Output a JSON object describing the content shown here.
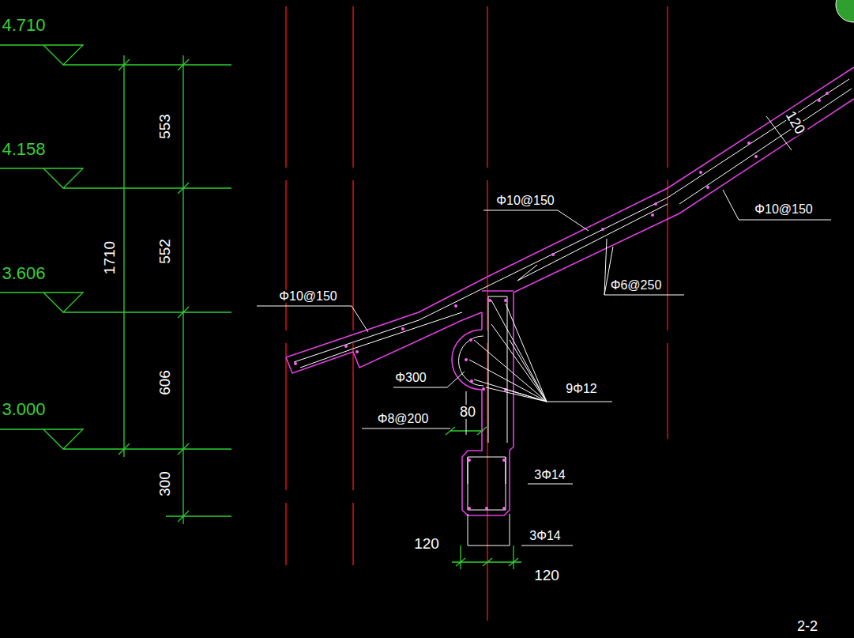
{
  "diagram": {
    "labels": [
      "4.710",
      "4.158",
      "3.606",
      "3.000",
      "1710",
      "553",
      "552",
      "606",
      "300",
      "Φ10@150",
      "Φ10@150",
      "Φ10@150",
      "120",
      "Φ6@250",
      "Φ300",
      "9Φ12",
      "Φ8@200",
      "80",
      "3Φ14",
      "3Φ14",
      "120",
      "120",
      "2-2"
    ]
  }
}
